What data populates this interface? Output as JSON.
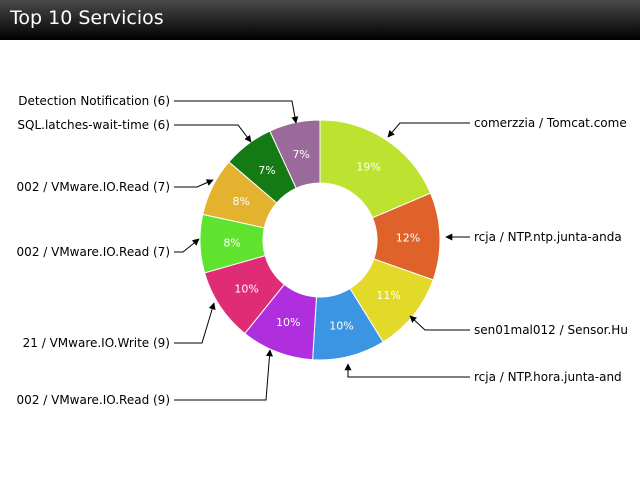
{
  "header": {
    "title": "Top 10 Servicios"
  },
  "chart_data": {
    "type": "pie",
    "title": "Top 10 Servicios",
    "donut": true,
    "slices": [
      {
        "label": "comerzzia / Tomcat.come",
        "value": 19,
        "pct_label": "19%",
        "color": "#bde22f"
      },
      {
        "label": "rcja / NTP.ntp.junta-anda",
        "value": 12,
        "pct_label": "12%",
        "color": "#e0622b"
      },
      {
        "label": "sen01mal012 / Sensor.Hu",
        "value": 11,
        "pct_label": "11%",
        "color": "#e3d929"
      },
      {
        "label": "rcja / NTP.hora.junta-and",
        "value": 10,
        "pct_label": "10%",
        "color": "#3c95e3"
      },
      {
        "label": "002 / VMware.IO.Read (9)",
        "value": 10,
        "pct_label": "10%",
        "color": "#af2fdf"
      },
      {
        "label": "21 / VMware.IO.Write (9)",
        "value": 10,
        "pct_label": "10%",
        "color": "#e02c74"
      },
      {
        "label": "002 / VMware.IO.Read (7)",
        "value": 8,
        "pct_label": "8%",
        "color": "#5fe32f"
      },
      {
        "label": "002 / VMware.IO.Read (7)",
        "value": 8,
        "pct_label": "8%",
        "color": "#e3b22f"
      },
      {
        "label": "SQL.latches-wait-time (6)",
        "value": 7,
        "pct_label": "7%",
        "color": "#147a14"
      },
      {
        "label": "Detection Notification (6)",
        "value": 7,
        "pct_label": "7%",
        "color": "#9a6a9b"
      }
    ]
  }
}
